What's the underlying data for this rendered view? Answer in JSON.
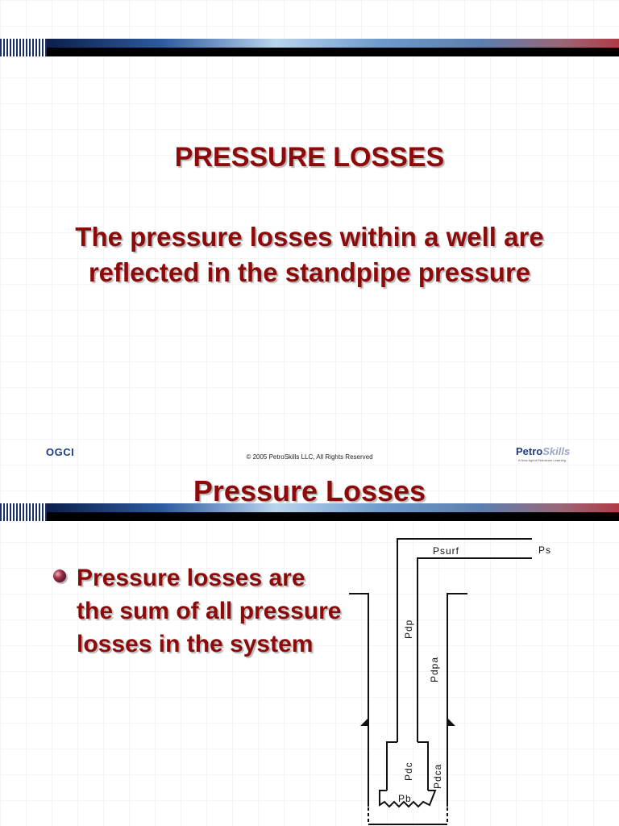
{
  "slide1": {
    "title": "PRESSURE LOSSES",
    "subtitle": "The pressure losses within a well are reflected in the standpipe pressure",
    "footer": {
      "left_logo": "OGCI",
      "copyright": "© 2005 PetroSkills LLC, All Rights Reserved",
      "right_logo_a": "Petro",
      "right_logo_b": "Skills",
      "right_logo_tagline": "A New Agent Petroleum Learning"
    }
  },
  "slide2": {
    "title": "Pressure Losses",
    "bullet": "Pressure losses are the sum of all pressure losses in the system",
    "diagram_labels": {
      "psurf": "Psurf",
      "ps": "Ps",
      "pdp": "Pdp",
      "pdpa": "Pdpa",
      "pdc": "Pdc",
      "pdca": "Pdca",
      "pb": "Pb"
    }
  },
  "colors": {
    "title_red": "#8c0a0a",
    "logo_blue": "#1d3d86"
  }
}
